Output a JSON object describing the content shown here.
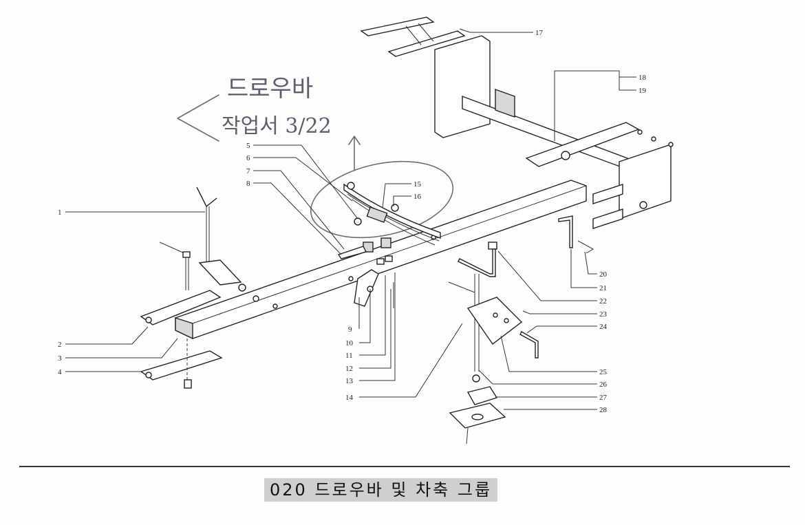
{
  "title": "020 드로우바 및 차축 그룹",
  "handwritten_note": {
    "line1": "드로우바",
    "line2": "작업서 3/22"
  },
  "callouts": [
    "1",
    "2",
    "3",
    "4",
    "5",
    "6",
    "7",
    "8",
    "9",
    "10",
    "11",
    "12",
    "13",
    "14",
    "15",
    "16",
    "17",
    "18",
    "19",
    "20",
    "21",
    "22",
    "23",
    "24",
    "25",
    "26",
    "27",
    "28"
  ]
}
